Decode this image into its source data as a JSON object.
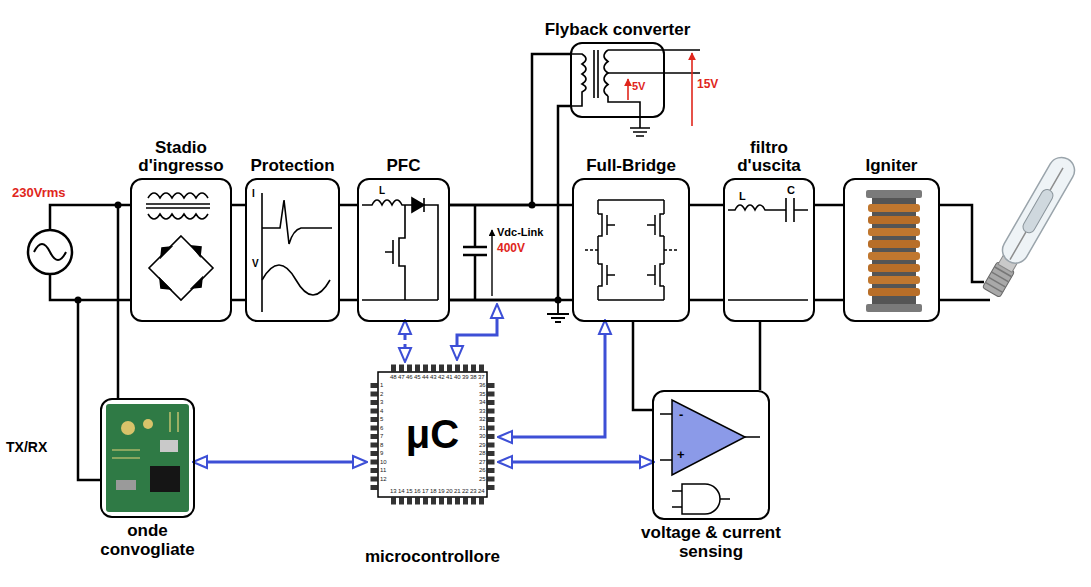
{
  "diagram": {
    "nodes": [
      {
        "text": [
          "Flyback converter"
        ]
      },
      {
        "text": [
          "Stadio d'ingresso"
        ]
      },
      {
        "text": [
          "Protection"
        ]
      },
      {
        "text": [
          "PFC"
        ]
      },
      {
        "text": [
          "Full-Bridge"
        ]
      },
      {
        "text": [
          "filtro d'uscita"
        ]
      },
      {
        "text": [
          "Igniter"
        ]
      },
      {
        "text": [
          "onde convogliate"
        ]
      },
      {
        "text": [
          "μC",
          "microcontrollore"
        ]
      },
      {
        "text": [
          "voltage & current sensing"
        ]
      }
    ],
    "edges": [
      {
        "from": 1,
        "to": 2,
        "arrow": "none"
      },
      {
        "from": 2,
        "to": 3,
        "arrow": "none"
      },
      {
        "from": 3,
        "to": 4,
        "arrow": "none"
      },
      {
        "from": 3,
        "to": 0,
        "arrow": "none"
      },
      {
        "from": 4,
        "to": 5,
        "arrow": "none"
      },
      {
        "from": 5,
        "to": 6,
        "arrow": "none"
      },
      {
        "from": 4,
        "to": 9,
        "arrow": "none"
      },
      {
        "from": 5,
        "to": 9,
        "arrow": "none"
      },
      {
        "from": 7,
        "to": 8,
        "arrow": "both"
      },
      {
        "from": 3,
        "to": 8,
        "arrow": "both"
      },
      {
        "from": 4,
        "to": 8,
        "arrow": "both"
      },
      {
        "from": 8,
        "to": 9,
        "arrow": "both"
      }
    ],
    "labels": [
      "230Vrms",
      "TX/RX",
      "15V",
      "5V",
      "I",
      "V",
      "L",
      "Vdc-Link",
      "400V",
      "L",
      "C",
      "-",
      "+",
      "1",
      "2",
      "3",
      "4",
      "5",
      "6",
      "7",
      "8",
      "9",
      "10",
      "11",
      "12",
      "13",
      "14",
      "15",
      "16",
      "17",
      "18",
      "19",
      "20",
      "21",
      "22",
      "23",
      "24",
      "25",
      "26",
      "27",
      "28",
      "29",
      "30",
      "31",
      "32",
      "33",
      "34",
      "35",
      "36",
      "37",
      "38",
      "39",
      "40",
      "41",
      "42",
      "43",
      "44",
      "45",
      "46",
      "47",
      "48"
    ]
  }
}
